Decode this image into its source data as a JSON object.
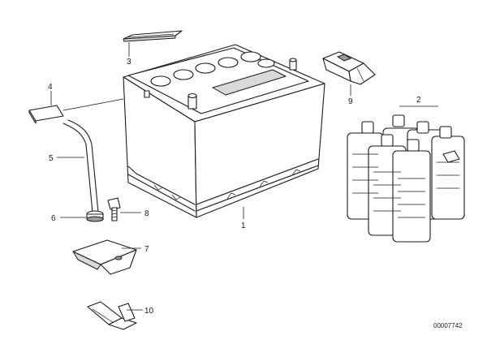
{
  "callouts": {
    "c1": "1",
    "c2": "2",
    "c3": "3",
    "c4": "4",
    "c5": "5",
    "c6": "6",
    "c7": "7",
    "c8": "8",
    "c9": "9",
    "c10": "10"
  },
  "reference_number": "00007742"
}
